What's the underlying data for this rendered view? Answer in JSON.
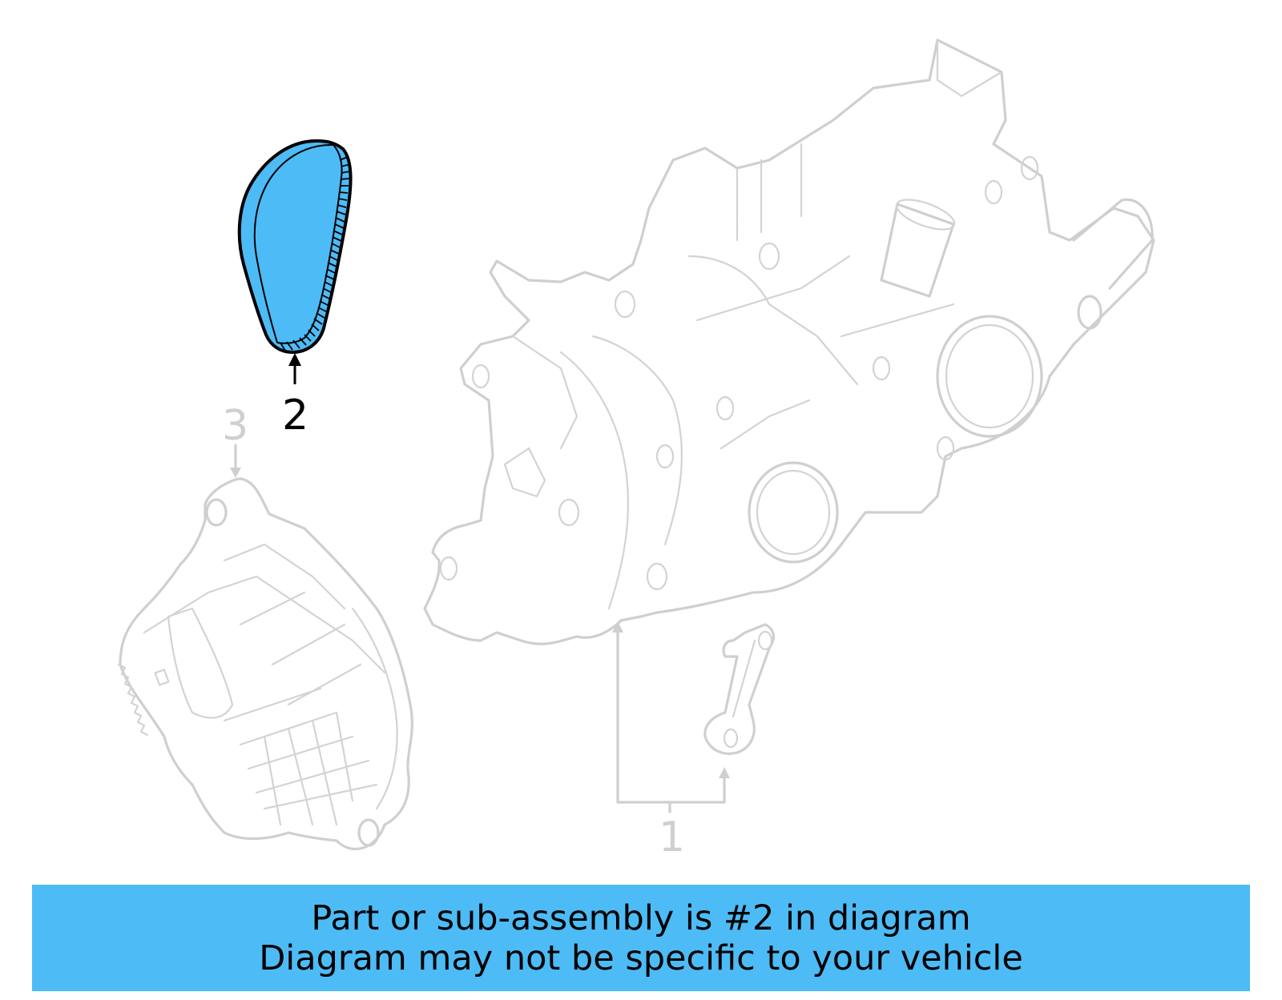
{
  "diagram": {
    "highlight_color": "#4dbbf5",
    "inactive_color": "#cfcfcf",
    "parts": [
      {
        "callout": "1",
        "name": "housing-and-bracket",
        "highlighted": false
      },
      {
        "callout": "2",
        "name": "belt",
        "highlighted": true
      },
      {
        "callout": "3",
        "name": "control-module",
        "highlighted": false
      }
    ]
  },
  "banner": {
    "line1": "Part or sub-assembly is #2 in diagram",
    "line2": "Diagram may not be specific to your vehicle",
    "background": "#4dbbf5"
  }
}
